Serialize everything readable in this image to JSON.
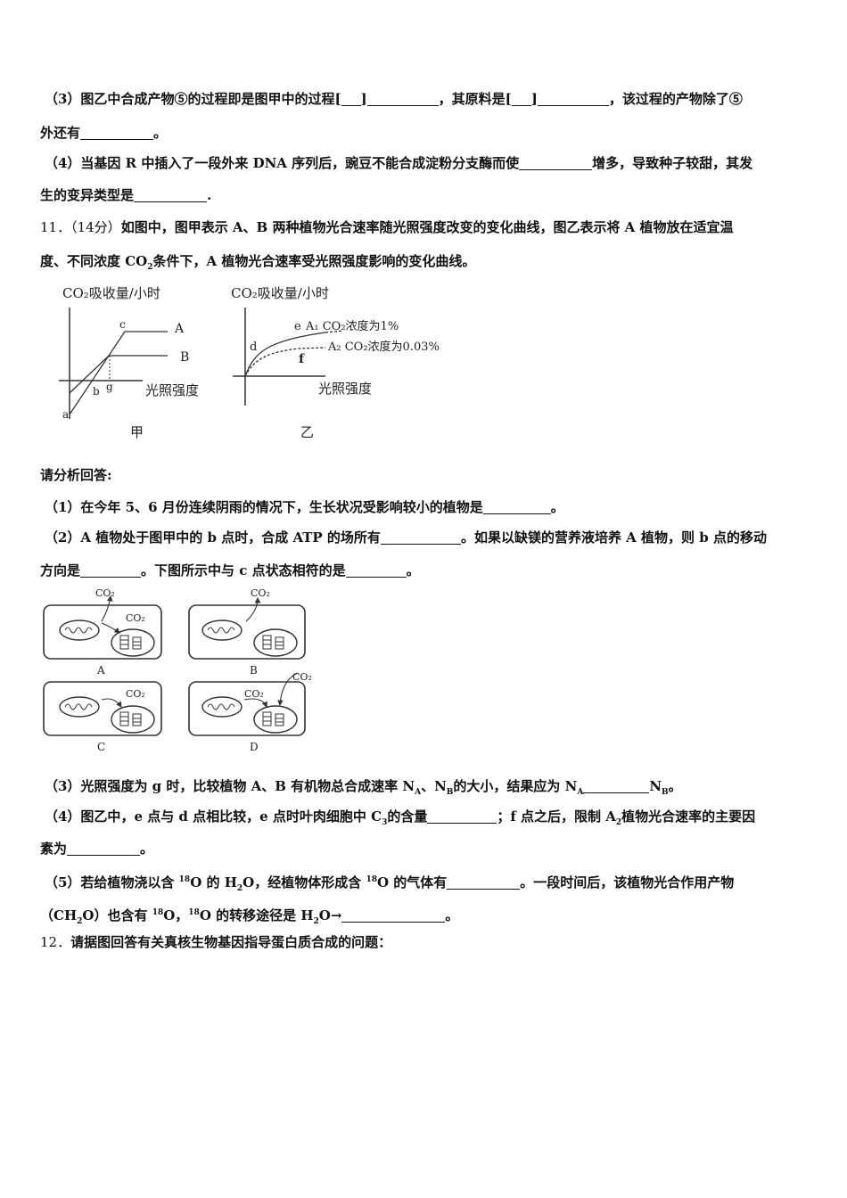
{
  "q10": {
    "part3_a": "（3）图乙中合成产物⑤的过程即是图甲中的过程[",
    "part3_b": "]",
    "part3_c": "，其原料是[",
    "part3_d": "]",
    "part3_e": "，该过程的产物除了⑤",
    "part3_f": "外还有",
    "part3_g": "。",
    "part4_a": "（4）当基因 R 中插入了一段外来 DNA 序列后，豌豆不能合成淀粉分支酶而使",
    "part4_b": "增多，导致种子较甜，其发",
    "part4_c": "生的变异类型是",
    "part4_d": "."
  },
  "q11": {
    "number": "11．（14分）",
    "intro_a": "如图中，图甲表示 A、B 两种植物光合速率随光照强度改变的变化曲线，图乙表示将 A 植物放在适宜温",
    "intro_b1": "度、不同浓度 CO",
    "intro_b_sub": "2",
    "intro_b2": "条件下，A 植物光合速率受光照强度影响的变化曲线。",
    "graph_jia": {
      "ylabel": "CO₂吸收量/小时",
      "xlabel": "光照强度",
      "caption": "甲",
      "labels": {
        "a": "a",
        "b": "b",
        "c": "c",
        "g": "g",
        "A": "A",
        "B": "B"
      }
    },
    "graph_yi": {
      "ylabel": "CO₂吸收量/小时",
      "xlabel": "光照强度",
      "caption": "乙",
      "labels": {
        "d": "d",
        "e": "e",
        "f": "f"
      },
      "curve1": "A₁ CO₂浓度为1%",
      "curve2": "A₂ CO₂浓度为0.03%"
    },
    "prompt": "请分析回答:",
    "p1_a": "（1）在今年 5、6 月份连续阴雨的情况下，生长状况受影响较小的植物是",
    "p1_b": "。",
    "p2_a": "（2）A 植物处于图甲中的 b 点时，合成 ATP 的场所有",
    "p2_b": "。如果以缺镁的营养液培养 A 植物，则 b 点的移动",
    "p2_c": "方向是",
    "p2_d": "。下图所示中与 c 点状态相符的是",
    "p2_e": "。",
    "cells": {
      "co2": "CO₂",
      "A": "A",
      "B": "B",
      "C": "C",
      "D": "D"
    },
    "p3_a": "（3）光照强度为 g 时，比较植物 A、B 有机物总合成速率 N",
    "p3_subA": "A",
    "p3_b": "、N",
    "p3_subB": "B",
    "p3_c": "的大小，结果应为 N",
    "p3_subA2": "A",
    "p3_d": "N",
    "p3_subB2": "B",
    "p3_e": "。",
    "p4_a": "（4）图乙中，e 点与 d 点相比较，e 点时叶肉细胞中 C",
    "p4_sub3": "3",
    "p4_b": "的含量",
    "p4_c": "；f 点之后，限制 A",
    "p4_sub2": "2",
    "p4_d": "植物光合速率的主要因",
    "p4_e": "素为",
    "p4_f": "。",
    "p5_a": "（5）若给植物浇以含 ",
    "p5_sup": "18",
    "p5_b": "O 的 H",
    "p5_sub": "2",
    "p5_c": "O，经植物体形成含 ",
    "p5_sup2": "18",
    "p5_d": "O 的气体有",
    "p5_e": "。一段时间后，该植物光合作用产物",
    "p5_f": "（CH",
    "p5_sub2": "2",
    "p5_g": "O）也含有 ",
    "p5_sup3": "18",
    "p5_h": "O，",
    "p5_sup4": "18",
    "p5_i": "O 的转移途径是 H",
    "p5_sub3": "2",
    "p5_j": "O→",
    "p5_k": "。"
  },
  "q12": {
    "number": "12．",
    "text": "请据图回答有关真核生物基因指导蛋白质合成的问题："
  }
}
